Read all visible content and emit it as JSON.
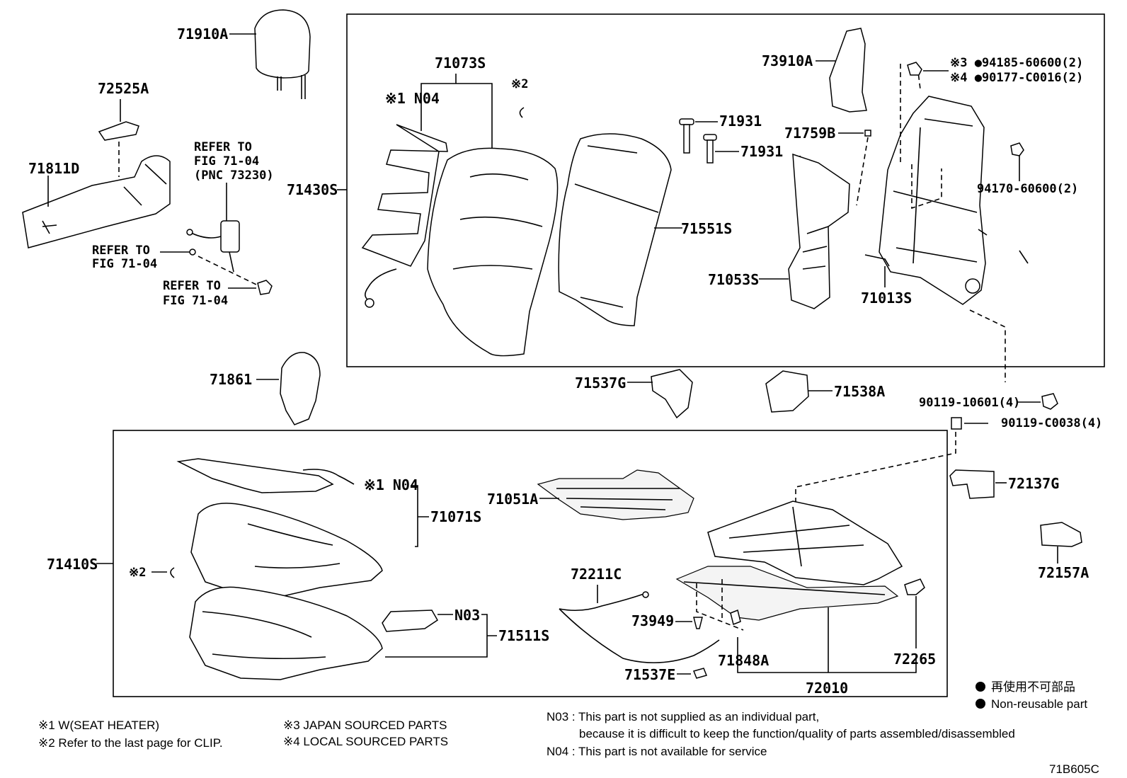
{
  "labels": {
    "p71910A": "71910A",
    "p72525A": "72525A",
    "p71811D": "71811D",
    "refer_pnc_1": "REFER TO",
    "refer_pnc_2": "FIG 71-04",
    "refer_pnc_3": "(PNC 73230)",
    "refer_a_1": "REFER TO",
    "refer_a_2": "FIG 71-04",
    "refer_b_1": "REFER TO",
    "refer_b_2": "FIG 71-04",
    "p71430S": "71430S",
    "p71073S": "71073S",
    "n04_top": "※1 N04",
    "clip_top": "※2",
    "p71551S": "71551S",
    "p71931a": "71931",
    "p71931b": "71931",
    "p73910A": "73910A",
    "p71759B": "71759B",
    "p71053S": "71053S",
    "p71013S": "71013S",
    "nut_j": "※3 ●94185-60600(2)",
    "nut_l": "※4 ●90177-C0016(2)",
    "p94170": "94170-60600(2)",
    "p71861": "71861",
    "p71537G": "71537G",
    "p71538A": "71538A",
    "p90119_10601": "90119-10601(4)",
    "p90119_C0038": "90119-C0038(4)",
    "n04_bottom": "※1 N04",
    "p71051A": "71051A",
    "p71071S": "71071S",
    "p71410S": "71410S",
    "clip_bottom": "※2",
    "p72211C": "72211C",
    "n03": "N03",
    "p71511S": "71511S",
    "p73949": "73949",
    "p71848A": "71848A",
    "p72265": "72265",
    "p71537E": "71537E",
    "p72010": "72010",
    "p72137G": "72137G",
    "p72157A": "72157A"
  },
  "legend": {
    "nonreusable_jp": "再使用不可部品",
    "nonreusable_en": "Non-reusable part"
  },
  "footnotes": {
    "f1": "※1  W(SEAT HEATER)",
    "f2": "※2  Refer to the last page for CLIP.",
    "f3": "※3 JAPAN SOURCED PARTS",
    "f4": "※4 LOCAL SOURCED PARTS",
    "n03_line1": "N03 : This part is not supplied as an individual part,",
    "n03_line2": "because it is difficult to keep the function/quality of parts assembled/disassembled",
    "n04_line": "N04 : This part is not available for service",
    "figure_code": "71B605C"
  }
}
